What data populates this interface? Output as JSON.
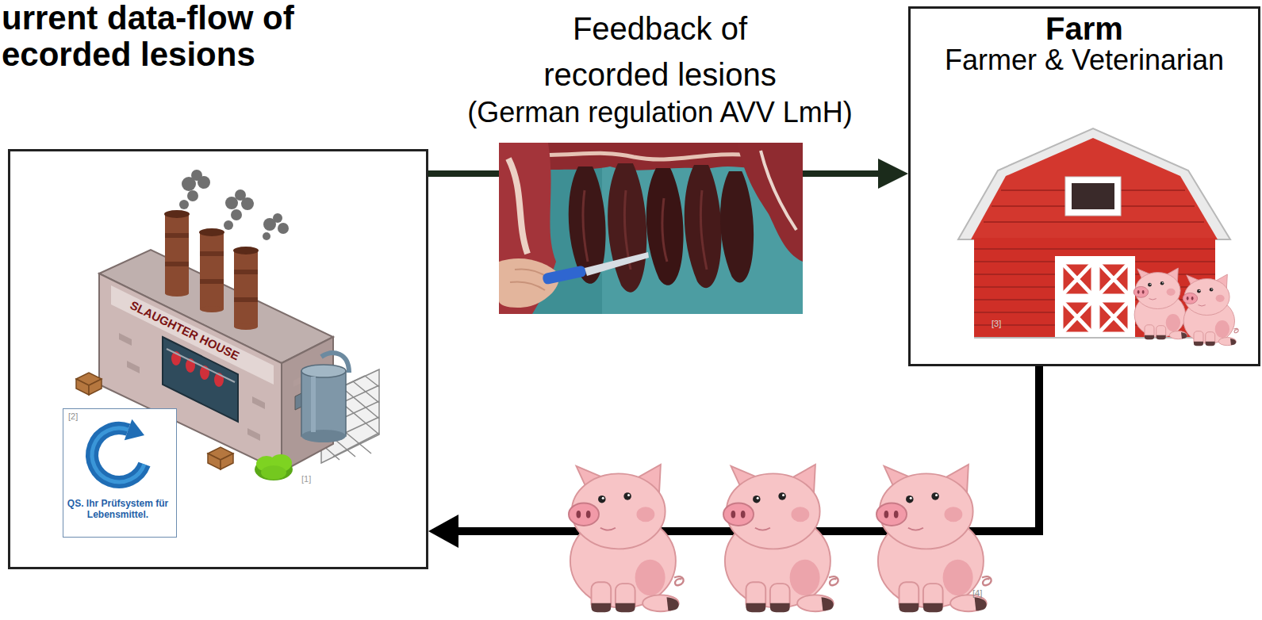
{
  "diagram": {
    "title": "urrent data-flow of ecorded lesions",
    "nodes": [
      {
        "text": [
          "SLAUGHTER HOUSE"
        ]
      },
      {
        "text": [
          "[2]",
          "QS. Ihr Prüfsystem für Lebensmittel."
        ],
        "in": 0
      },
      {
        "text": [
          "Farm",
          "Farmer & Veterinarian"
        ]
      }
    ],
    "edges": [
      {
        "from": 0,
        "to": 2,
        "arrow": "to",
        "label": "Feedback of recorded lesions"
      },
      {
        "from": 2,
        "to": 0,
        "arrow": "to"
      }
    ],
    "labels": [
      "(German regulation AVV LmH)",
      "[1]",
      "[3]",
      "[4]"
    ]
  }
}
